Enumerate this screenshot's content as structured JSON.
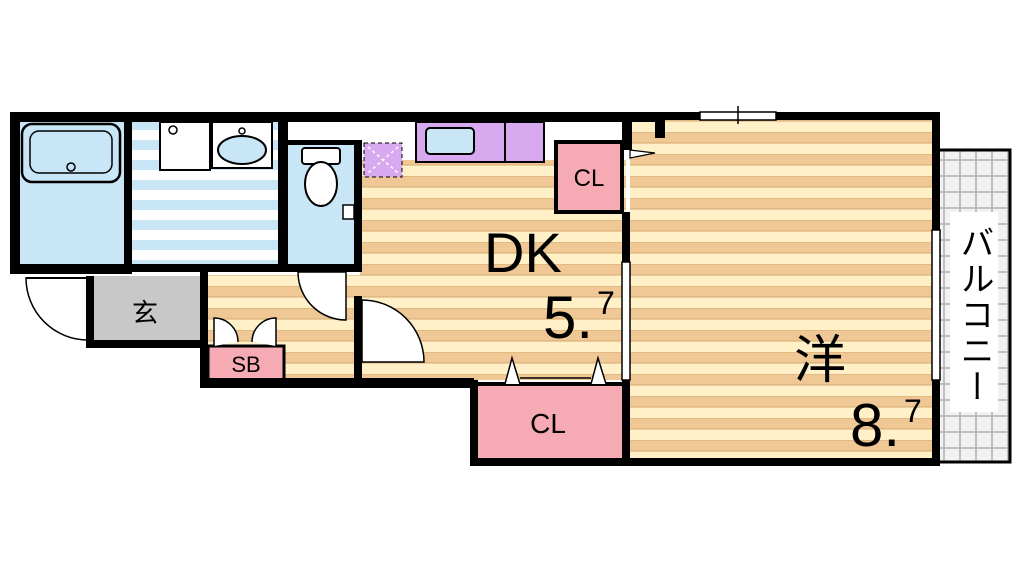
{
  "floorplan": {
    "rooms": {
      "dk": {
        "name": "DK",
        "size_main": "5.",
        "size_decimal": "7"
      },
      "western": {
        "name": "洋",
        "size_main": "8.",
        "size_decimal": "7"
      },
      "entrance": {
        "name": "玄"
      },
      "shoe_box": {
        "name": "SB"
      },
      "closet_top": {
        "name": "CL"
      },
      "closet_bottom": {
        "name": "CL"
      },
      "balcony": {
        "name": "バルコニー"
      }
    },
    "colors": {
      "wall": "#000000",
      "floor_wood_a": "#f0c896",
      "floor_wood_b": "#fff0c8",
      "wet_area": "#c8e6f5",
      "closet": "#f5aab4",
      "entrance": "#c8c8c8",
      "kitchen": "#d7aaf0",
      "balcony_grid": "#bebebe"
    }
  }
}
